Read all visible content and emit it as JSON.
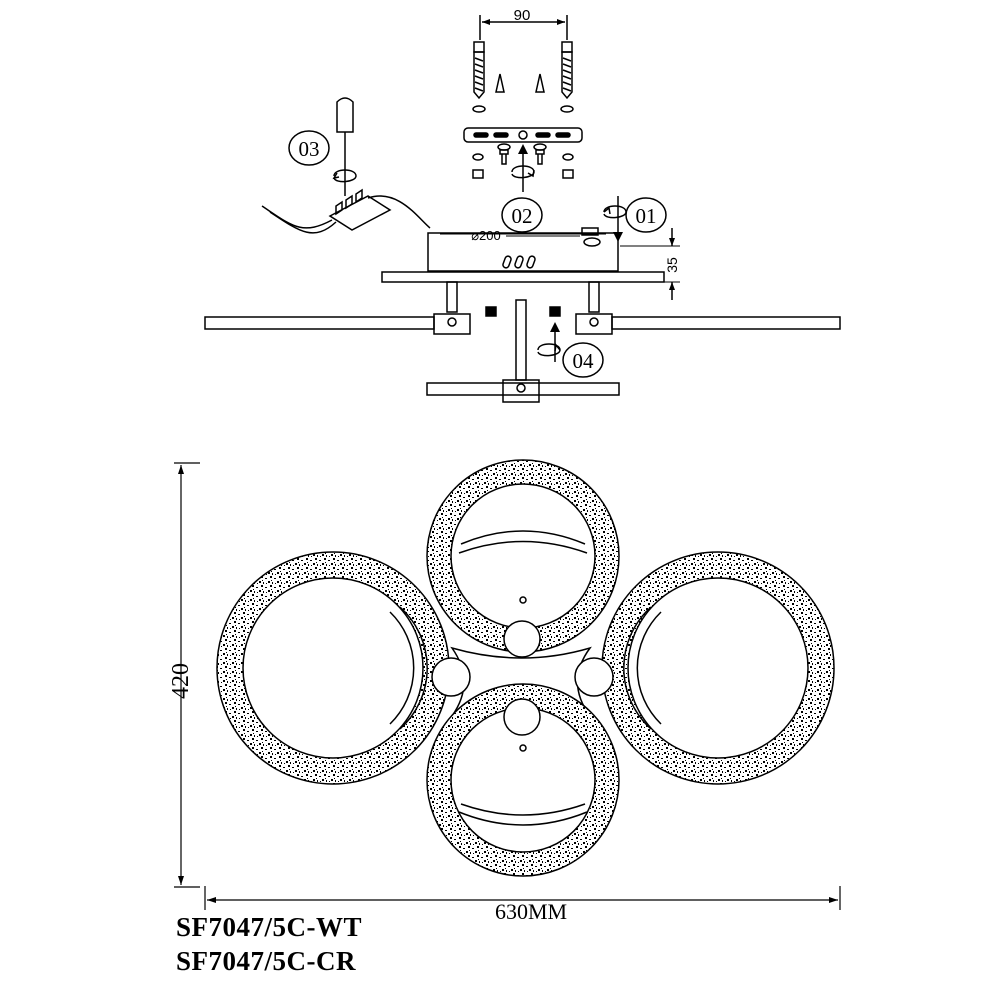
{
  "assembly": {
    "dim_width": "90",
    "dim_diameter": "⌀200",
    "dim_height": "35",
    "steps": [
      "01",
      "02",
      "03",
      "04"
    ]
  },
  "dimensions": {
    "height": "420",
    "width": "630MM"
  },
  "models": [
    "SF7047/5C-WT",
    "SF7047/5C-CR"
  ]
}
